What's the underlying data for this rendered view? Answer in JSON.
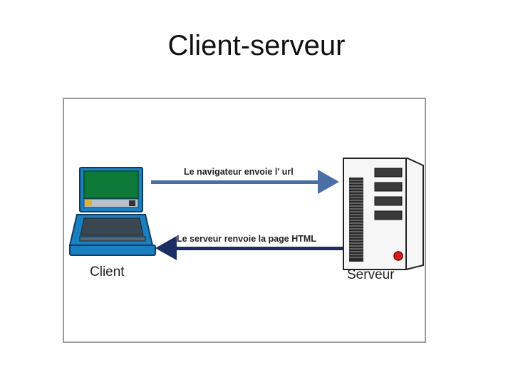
{
  "title": "Client-serveur",
  "diagram": {
    "request_label": "Le navigateur envoie l' url",
    "response_label": "Le serveur renvoie la page HTML",
    "client_label": "Client",
    "server_label": "Serveur",
    "colors": {
      "request_arrow": "#4a6fa5",
      "response_arrow": "#1b2f66",
      "laptop_body": "#1a7fc0",
      "laptop_screen": "#0e7a3a",
      "server_led": "#e01a1a"
    }
  }
}
